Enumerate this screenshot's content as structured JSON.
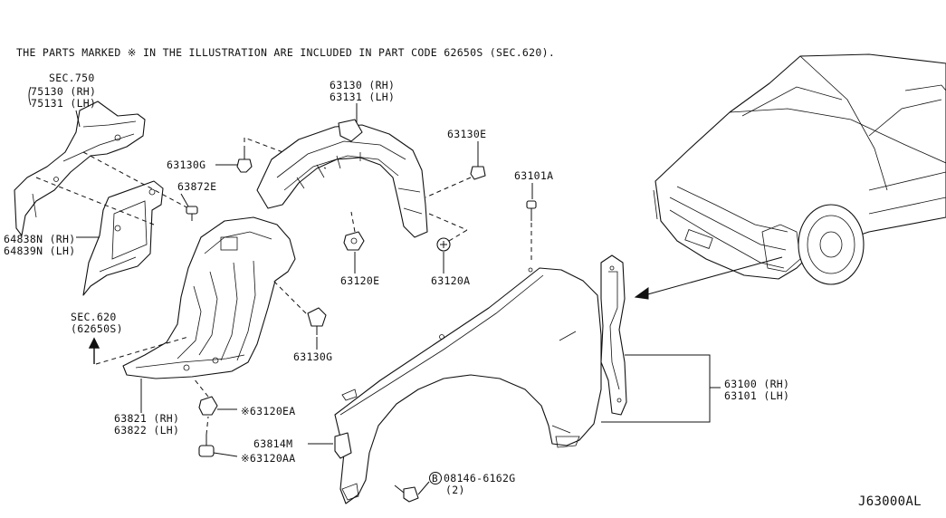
{
  "header_note": "THE PARTS MARKED ※ IN THE ILLUSTRATION ARE INCLUDED IN PART CODE 62650S (SEC.620).",
  "diagram_code": "J63000AL",
  "labels": {
    "sec750": "SEC.750",
    "p75130": "75130 (RH)",
    "p75131": "75131 (LH)",
    "p64838n": "64838N (RH)",
    "p64839n": "64839N (LH)",
    "p63130g_top": "63130G",
    "p63872e": "63872E",
    "p63130_rh": "63130 (RH)",
    "p63131_lh": "63131 (LH)",
    "p63130e": "63130E",
    "p63101a": "63101A",
    "p63120e": "63120E",
    "p63120a": "63120A",
    "sec620": "SEC.620",
    "p62650s": "(62650S)",
    "p63130g_bottom": "63130G",
    "p63821": "63821 (RH)",
    "p63822": "63822 (LH)",
    "p63120ea": "※63120EA",
    "p63120aa": "※63120AA",
    "p63814m": "63814M",
    "p08146": "08146-6162G",
    "qty2": "(2)",
    "bolt_symbol": "B",
    "p63100": "63100 (RH)",
    "p63101": "63101 (LH)"
  }
}
